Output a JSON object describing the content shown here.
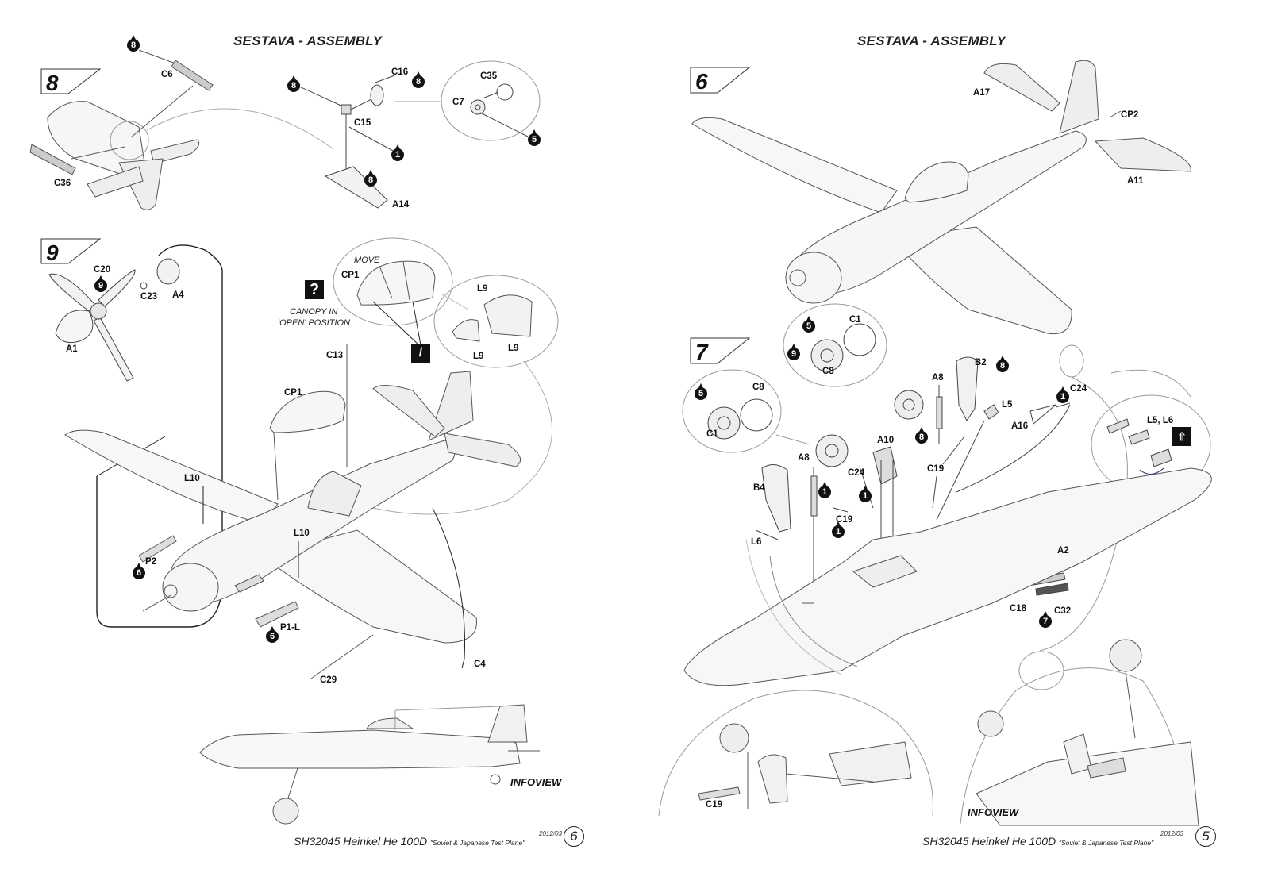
{
  "left_page": {
    "header": "SESTAVA -  ASSEMBLY",
    "step_8": {
      "number": "8",
      "labels": {
        "c6": "C6",
        "c36": "C36",
        "c16": "C16",
        "c15": "C15",
        "c35": "C35",
        "c7": "C7",
        "a14": "A14"
      },
      "badges": {
        "b1": "8",
        "b2": "8",
        "b3": "8",
        "b4": "8",
        "b5": "1",
        "b6": "5"
      }
    },
    "step_9": {
      "number": "9",
      "labels": {
        "c20": "C20",
        "c23": "C23",
        "a4": "A4",
        "a1": "A1",
        "cp1_top": "CP1",
        "cp1_main": "CP1",
        "l9_a": "L9",
        "l9_b": "L9",
        "l9_c": "L9",
        "c13": "C13",
        "l10_a": "L10",
        "l10_b": "L10",
        "p2": "P2",
        "p1l": "P1-L",
        "c29": "C29",
        "c4": "C4"
      },
      "badges": {
        "b1": "9",
        "b2": "6",
        "b3": "6"
      },
      "move_note": "MOVE",
      "canopy_note_1": "CANOPY IN",
      "canopy_note_2": "'OPEN' POSITION",
      "question_icon": "?"
    },
    "infoview": "INFOVIEW",
    "footer": {
      "title": "SH32045 Heinkel He 100D",
      "subtitle": "\"Soviet & Japanese Test Plane\"",
      "date": "2012/03",
      "page_number": "6"
    }
  },
  "right_page": {
    "header": "SESTAVA -  ASSEMBLY",
    "step_6": {
      "number": "6",
      "labels": {
        "a17": "A17",
        "cp2": "CP2",
        "a11": "A11"
      }
    },
    "step_7": {
      "number": "7",
      "labels": {
        "c1_top": "C1",
        "c8_top": "C8",
        "c8_left": "C8",
        "c1_left": "C1",
        "a8_top": "A8",
        "b2": "B2",
        "c24_r": "C24",
        "l5": "L5",
        "a16": "A16",
        "l5l6": "L5, L6",
        "a10": "A10",
        "c19_mid": "C19",
        "a8_left": "A8",
        "c24_mid": "C24",
        "b4": "B4",
        "c19_low": "C19",
        "l6": "L6",
        "a2": "A2",
        "c18": "C18",
        "c32": "C32",
        "c19_inset": "C19"
      },
      "badges": {
        "b1": "5",
        "b2": "9",
        "b3": "5",
        "b4": "8",
        "b5": "1",
        "b6": "8",
        "b7": "1",
        "b8": "1",
        "b9": "1",
        "b10": "7"
      }
    },
    "infoview": "INFOVIEW",
    "footer": {
      "title": "SH32045 Heinkel He 100D",
      "subtitle": "\"Soviet & Japanese Test Plane\"",
      "date": "2012/03",
      "page_number": "5"
    }
  }
}
